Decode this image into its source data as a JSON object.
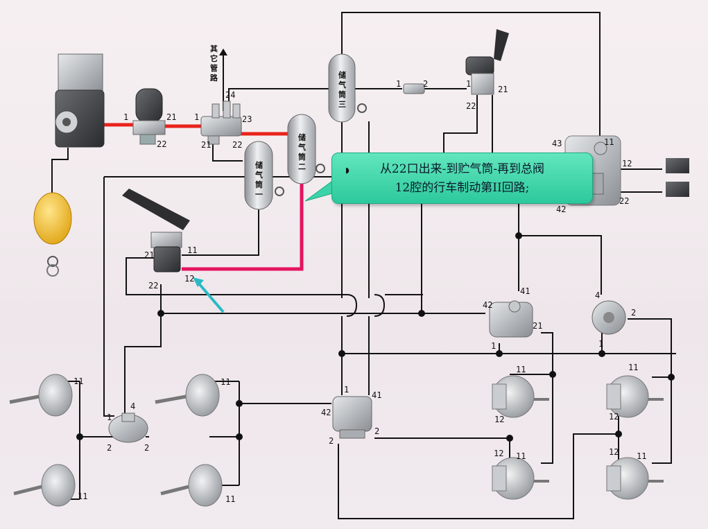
{
  "callout": {
    "line1": "从22口出来-到贮气筒-再到总阀",
    "line2": "12腔的行车制动第II回路;"
  },
  "tank_labels": {
    "tank_three": "储气筒三",
    "tank_two": "储气筒二",
    "tank_one": "储气筒一"
  },
  "other_circuits_label": "其它管路",
  "colors": {
    "pipe": "#111111",
    "charged_pipe_red": "#e8231c",
    "active_circuit_pink": "#e4145e",
    "arrow_teal": "#2ab9c4",
    "callout_green": "#3cd3a8"
  },
  "ports": {
    "dryer_in": "1",
    "dryer_out": "21",
    "dryer_drain": "22",
    "pv_in": "1",
    "pv_21": "21",
    "pv_22": "22",
    "pv_23": "23",
    "pv_24": "24",
    "t3_in": "1",
    "t3_out": "2",
    "hand_1": "1",
    "hand_21": "21",
    "hand_22": "22",
    "relay_43": "43",
    "relay_11": "11",
    "relay_12": "12",
    "relay_42": "42",
    "relay_22": "22",
    "foot_11": "11",
    "foot_12": "12",
    "foot_21": "21",
    "foot_22": "22",
    "mr_41": "41",
    "mr_42": "42",
    "mr_21": "21",
    "mr_1": "1",
    "rr_4": "4",
    "rr_2": "2",
    "rr_1": "1",
    "ql_4": "4",
    "ql_1": "1",
    "ql_2a": "2",
    "ql_2b": "2",
    "rv_1": "1",
    "rv_41": "41",
    "rv_42": "42",
    "rv_2a": "2",
    "rv_2b": "2",
    "fc_11": "11",
    "sc_11": "11",
    "spring_11": "11",
    "spring_12": "12"
  }
}
